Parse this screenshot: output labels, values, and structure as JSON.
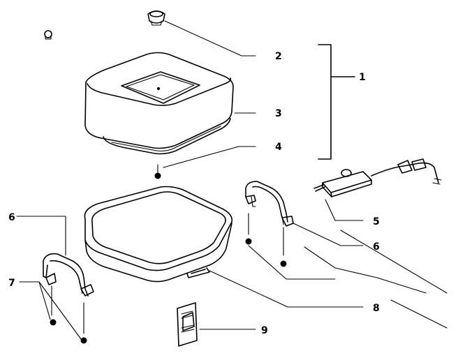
{
  "diagram": {
    "callouts": {
      "c1": "1",
      "c2": "2",
      "c3": "3",
      "c4": "4",
      "c5": "5",
      "c6_left": "6",
      "c6_right": "6",
      "c7": "7",
      "c8": "8",
      "c9": "9"
    },
    "parts": [
      {
        "id": "knob",
        "callout": "2"
      },
      {
        "id": "cover",
        "callout": "3"
      },
      {
        "id": "cover-screw",
        "callout": "4"
      },
      {
        "id": "cover-assembly",
        "callout": "1"
      },
      {
        "id": "temperature-control",
        "callout": "5"
      },
      {
        "id": "handle",
        "callout": "6"
      },
      {
        "id": "handle-screw",
        "callout": "7"
      },
      {
        "id": "skillet-base",
        "callout": "8"
      },
      {
        "id": "instruction-sheet",
        "callout": "9"
      }
    ]
  }
}
